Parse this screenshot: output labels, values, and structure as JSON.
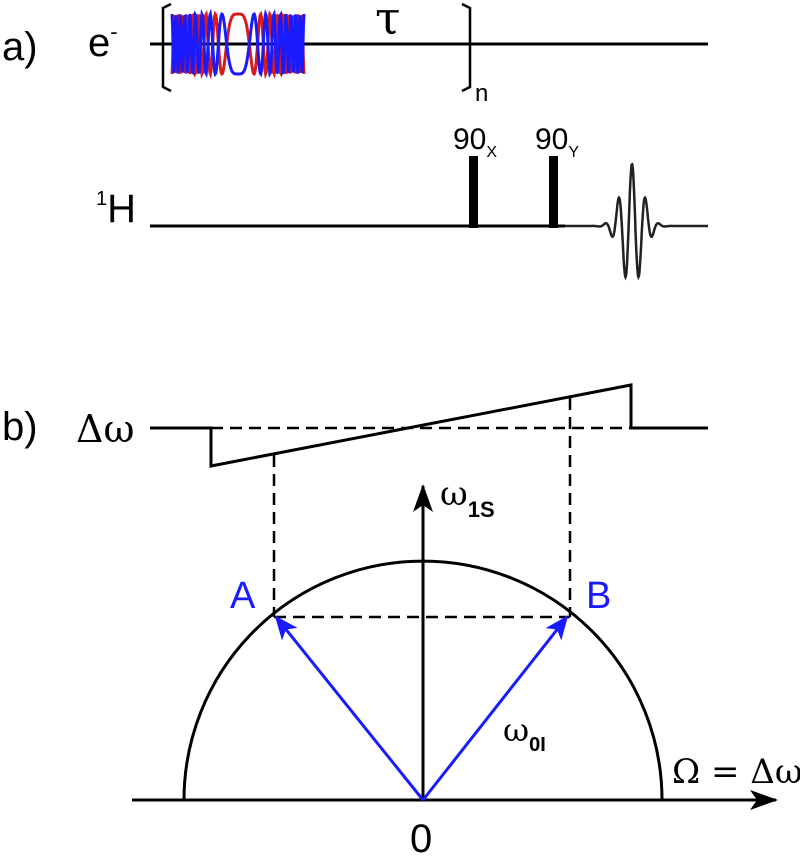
{
  "panel_a": {
    "label": "a)",
    "electron": {
      "channel_label": "e",
      "channel_superscript": "-",
      "delay_label": "τ",
      "repeat_label": "n",
      "pulse_colors": [
        "#d81b1b",
        "#1a1aff"
      ]
    },
    "proton": {
      "channel_label": "H",
      "channel_superscript": "1",
      "pulses": [
        {
          "label": "90",
          "subscript": "X"
        },
        {
          "label": "90",
          "subscript": "Y"
        }
      ]
    }
  },
  "panel_b": {
    "label": "b)",
    "offset_label": "Δω",
    "vertical_axis_label": "ω",
    "vertical_axis_subscript": "1S",
    "horizontal_axis_label": "Ω = Δω",
    "origin_label": "0",
    "point_a": "A",
    "point_b": "B",
    "vector_label": "ω",
    "vector_subscript": "0I",
    "vector_color": "#1a1aff"
  }
}
